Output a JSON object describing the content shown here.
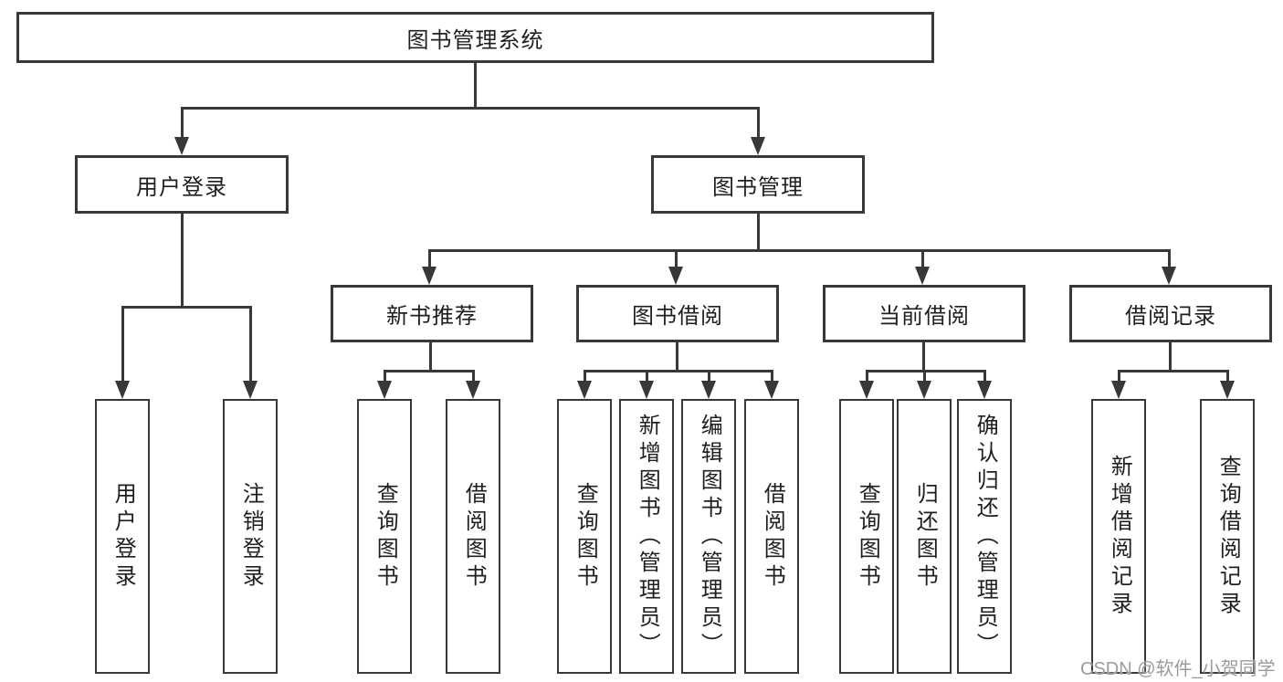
{
  "diagram": {
    "type": "hierarchy-tree",
    "root": {
      "label": "图书管理系统"
    },
    "level2": [
      {
        "label": "用户登录",
        "children": [
          {
            "label": "用户登录"
          },
          {
            "label": "注销登录"
          }
        ]
      },
      {
        "label": "图书管理"
      }
    ],
    "level3": [
      {
        "label": "新书推荐",
        "children": [
          {
            "label": "查询图书"
          },
          {
            "label": "借阅图书"
          }
        ]
      },
      {
        "label": "图书借阅",
        "children": [
          {
            "label": "查询图书"
          },
          {
            "label": "新增图书（管理员）"
          },
          {
            "label": "编辑图书（管理员）"
          },
          {
            "label": "借阅图书"
          }
        ]
      },
      {
        "label": "当前借阅",
        "children": [
          {
            "label": "查询图书"
          },
          {
            "label": "归还图书"
          },
          {
            "label": "确认归还（管理员）"
          }
        ]
      },
      {
        "label": "借阅记录",
        "children": [
          {
            "label": "新增借阅记录"
          },
          {
            "label": "查询借阅记录"
          }
        ]
      }
    ],
    "watermark": "CSDN @软件_小贺同学",
    "colors": {
      "line": "#383838",
      "text": "#1f1f1f",
      "watermark": "#9b9b9f",
      "background": "#ffffff"
    }
  }
}
